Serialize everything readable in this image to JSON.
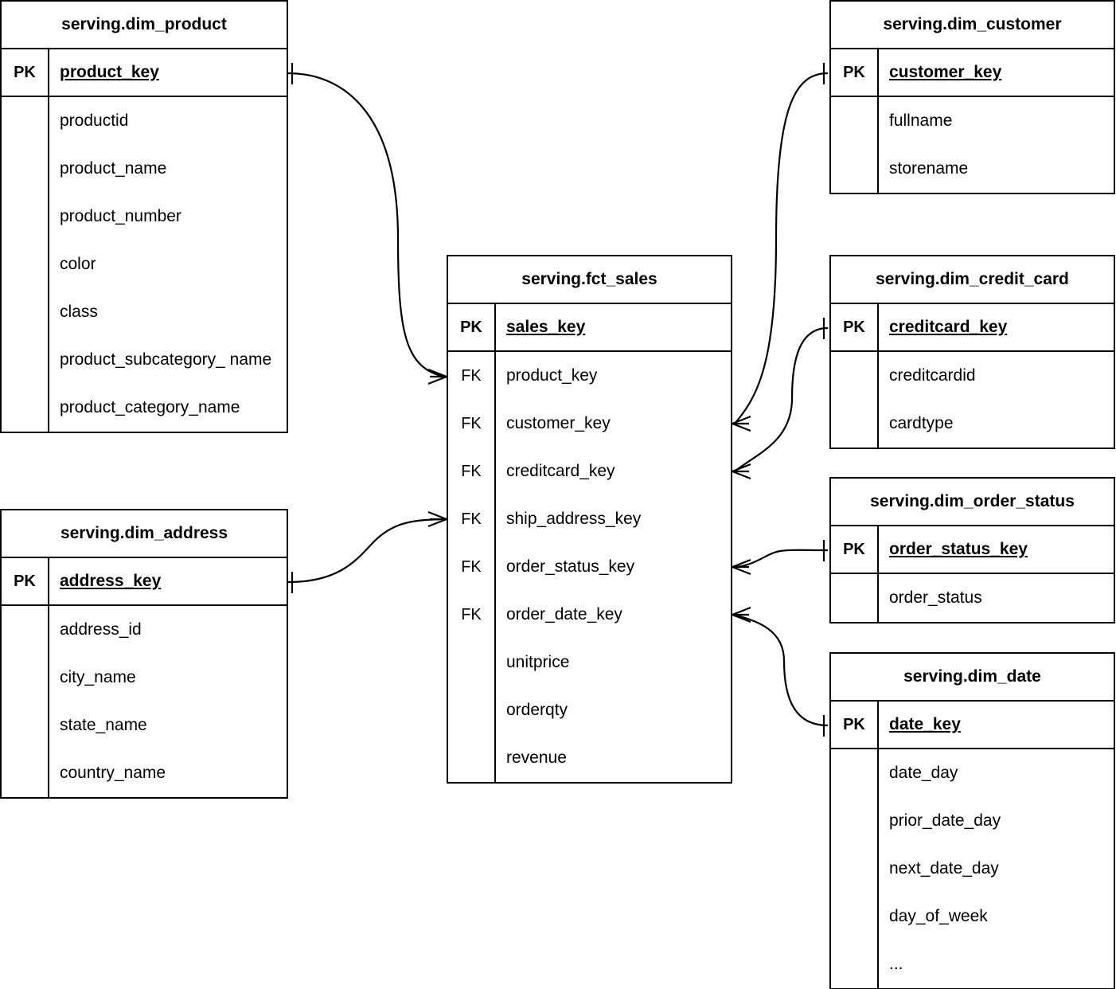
{
  "diagram": {
    "type": "entity-relationship-diagram",
    "notation": "crow's-foot",
    "background_color": "#ffffff",
    "line_color": "#000000"
  },
  "entities": {
    "dim_product": {
      "title": "serving.dim_product",
      "pk_label": "PK",
      "pk_field": "product_key",
      "fields": [
        "productid",
        "product_name",
        "product_number",
        "color",
        "class",
        "product_subcategory_ name",
        "product_category_name"
      ]
    },
    "dim_address": {
      "title": "serving.dim_address",
      "pk_label": "PK",
      "pk_field": "address_key",
      "fields": [
        "address_id",
        "city_name",
        "state_name",
        "country_name"
      ]
    },
    "fct_sales": {
      "title": "serving.fct_sales",
      "pk_label": "PK",
      "pk_field": "sales_key",
      "fk_label": "FK",
      "fk_fields": [
        "product_key",
        "customer_key",
        "creditcard_key",
        "ship_address_key",
        "order_status_key",
        "order_date_key"
      ],
      "measures": [
        "unitprice",
        "orderqty",
        "revenue"
      ]
    },
    "dim_customer": {
      "title": "serving.dim_customer",
      "pk_label": "PK",
      "pk_field": "customer_key",
      "fields": [
        "fullname",
        "storename"
      ]
    },
    "dim_credit_card": {
      "title": "serving.dim_credit_card",
      "pk_label": "PK",
      "pk_field": "creditcard_key",
      "fields": [
        "creditcardid",
        "cardtype"
      ]
    },
    "dim_order_status": {
      "title": "serving.dim_order_status",
      "pk_label": "PK",
      "pk_field": "order_status_key",
      "fields": [
        "order_status"
      ]
    },
    "dim_date": {
      "title": "serving.dim_date",
      "pk_label": "PK",
      "pk_field": "date_key",
      "fields": [
        "date_day",
        "prior_date_day",
        "next_date_day",
        "day_of_week",
        "..."
      ]
    }
  },
  "relationships": [
    {
      "from": "dim_product.product_key",
      "to": "fct_sales.product_key",
      "from_cardinality": "one",
      "to_cardinality": "many"
    },
    {
      "from": "dim_address.address_key",
      "to": "fct_sales.ship_address_key",
      "from_cardinality": "one",
      "to_cardinality": "many"
    },
    {
      "from": "dim_customer.customer_key",
      "to": "fct_sales.customer_key",
      "from_cardinality": "one",
      "to_cardinality": "many"
    },
    {
      "from": "dim_credit_card.creditcard_key",
      "to": "fct_sales.creditcard_key",
      "from_cardinality": "one",
      "to_cardinality": "many"
    },
    {
      "from": "dim_order_status.order_status_key",
      "to": "fct_sales.order_status_key",
      "from_cardinality": "one",
      "to_cardinality": "many"
    },
    {
      "from": "dim_date.date_key",
      "to": "fct_sales.order_date_key",
      "from_cardinality": "one",
      "to_cardinality": "many"
    }
  ]
}
